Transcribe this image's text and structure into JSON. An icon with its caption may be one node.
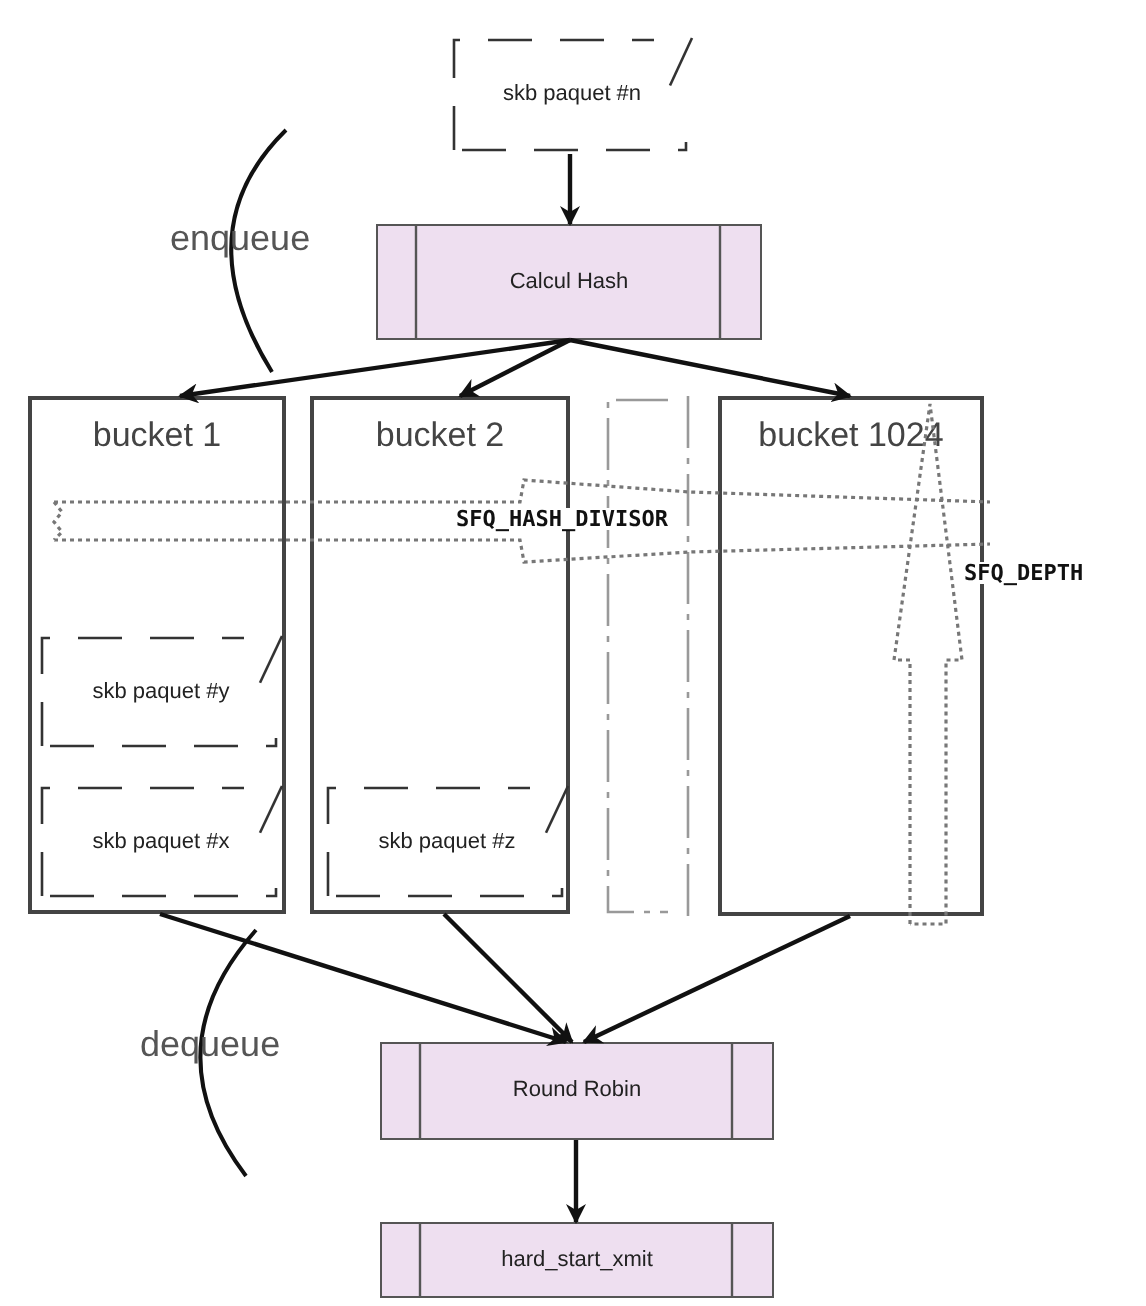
{
  "diagram": {
    "nodes": [
      {
        "text": [
          "skb paquet #n"
        ]
      },
      {
        "text": [
          "Calcul Hash"
        ]
      },
      {
        "text": [
          "bucket 1"
        ]
      },
      {
        "text": [
          "skb paquet #y"
        ],
        "in": 2
      },
      {
        "text": [
          "skb paquet #x"
        ],
        "in": 2
      },
      {
        "text": [
          "bucket 2"
        ]
      },
      {
        "text": [
          "skb paquet #z"
        ],
        "in": 5
      },
      {
        "text": [],
        "shape": "box"
      },
      {
        "text": [
          "bucket 1024"
        ]
      },
      {
        "text": [
          "Round Robin"
        ]
      },
      {
        "text": [
          "hard_start_xmit"
        ]
      }
    ],
    "edges": [
      {
        "from": 0,
        "to": 1,
        "arrow": "to"
      },
      {
        "from": 1,
        "to": 2,
        "arrow": "to"
      },
      {
        "from": 1,
        "to": 5,
        "arrow": "to"
      },
      {
        "from": 1,
        "to": 8,
        "arrow": "to"
      },
      {
        "from": 2,
        "to": 9,
        "arrow": "to"
      },
      {
        "from": 5,
        "to": 9,
        "arrow": "to"
      },
      {
        "from": 8,
        "to": 9,
        "arrow": "to"
      },
      {
        "from": 9,
        "to": 10,
        "arrow": "to"
      }
    ],
    "labels": [
      "enqueue",
      "SFQ_HASH_DIVISOR",
      "SFQ_DEPTH",
      "dequeue"
    ]
  }
}
